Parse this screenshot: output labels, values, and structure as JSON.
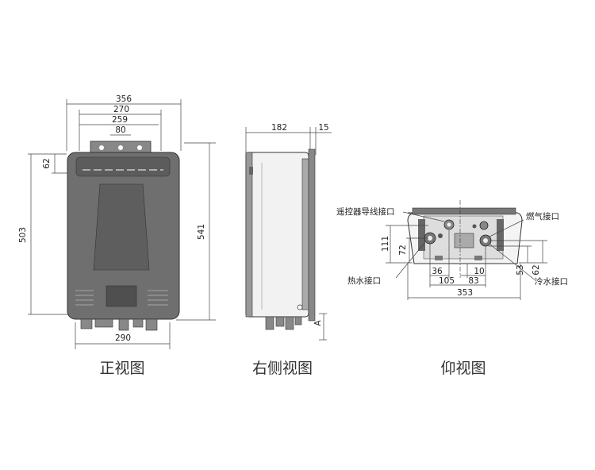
{
  "views": {
    "front": {
      "caption": "正视图",
      "dims": {
        "w356": "356",
        "w270": "270",
        "w259": "259",
        "w80": "80",
        "h62": "62",
        "h503": "503",
        "h541": "541",
        "w290": "290"
      }
    },
    "right": {
      "caption": "右侧视图",
      "dims": {
        "d182": "182",
        "d15": "15"
      },
      "marker": "A"
    },
    "bottom": {
      "caption": "仰视图",
      "labels": {
        "remote": "遥控器导线接口",
        "gas": "燃气接口",
        "hot": "热水接口",
        "cold": "冷水接口"
      },
      "dims": {
        "h111": "111",
        "h72": "72",
        "h53": "53",
        "h62": "62",
        "w36": "36",
        "w10": "10",
        "w105": "105",
        "w83": "83",
        "w353": "353"
      }
    }
  },
  "colors": {
    "body": "#6f6f6f",
    "panel": "#595959",
    "line": "#444444"
  }
}
